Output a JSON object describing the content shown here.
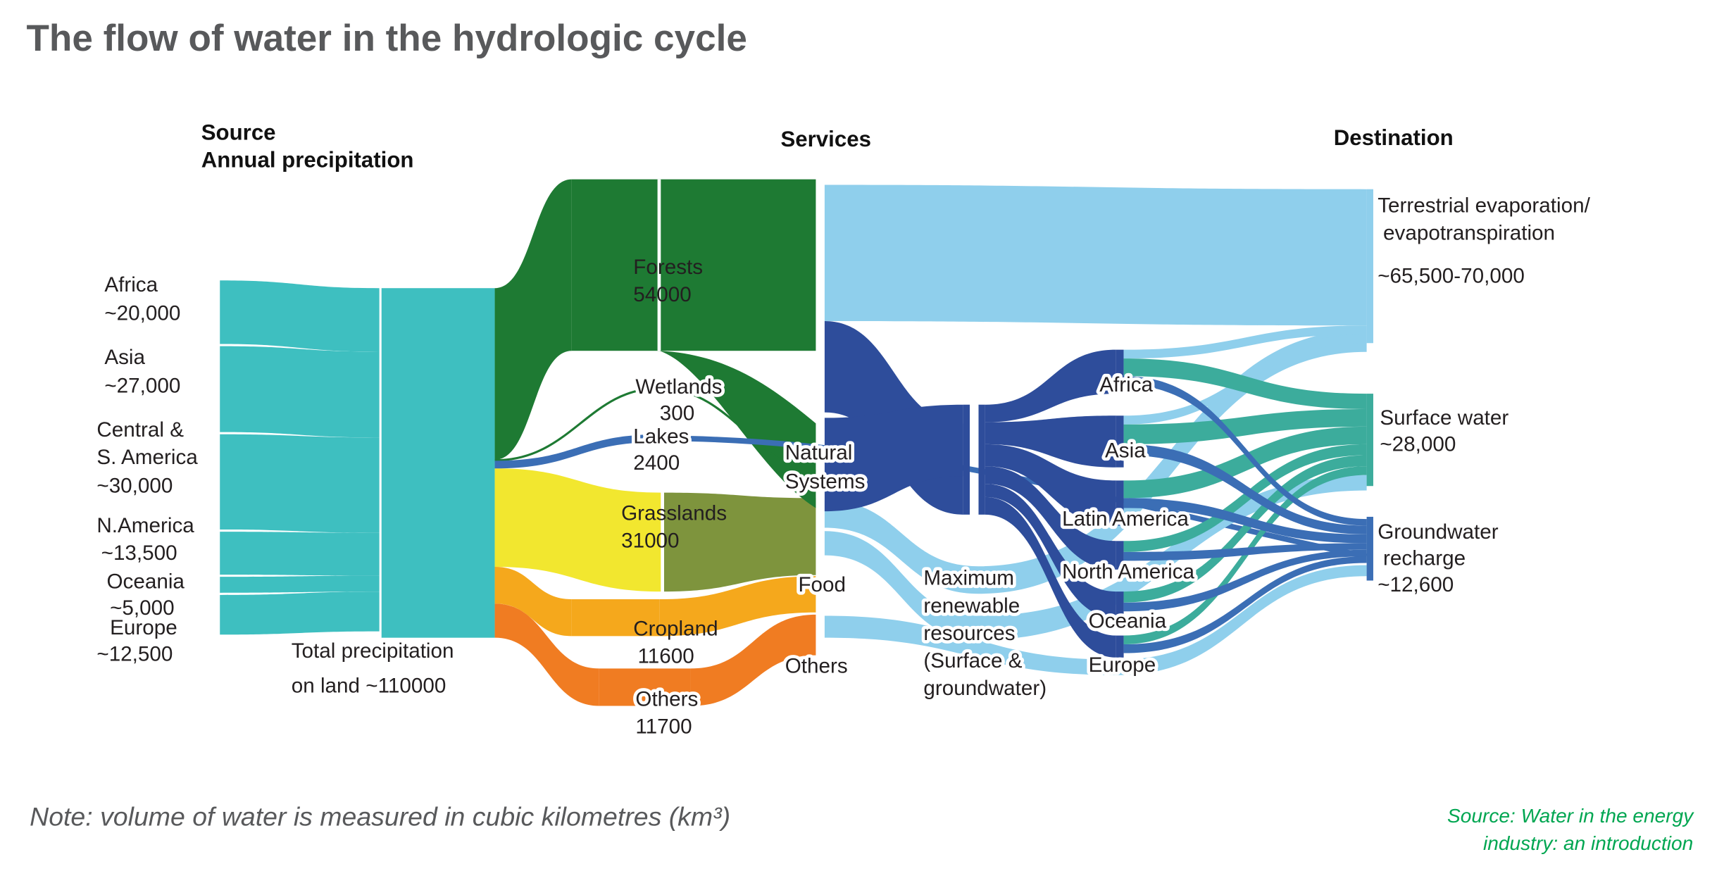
{
  "title": "The flow of water in the hydrologic cycle",
  "columns": {
    "source": [
      "Source",
      "Annual precipitation"
    ],
    "services": "Services",
    "destination": "Destination"
  },
  "labels": {
    "sources": [
      [
        "Africa",
        "~20,000"
      ],
      [
        "Asia",
        "~27,000"
      ],
      [
        "Central &",
        "S. America",
        "~30,000"
      ],
      [
        "N.America",
        "~13,500"
      ],
      [
        "Oceania",
        "~5,000"
      ],
      [
        "Europe",
        "~12,500"
      ]
    ],
    "total": [
      "Total precipitation",
      "on land ~110000"
    ],
    "landcover": [
      [
        "Forests",
        "54000"
      ],
      [
        "Wetlands",
        "300"
      ],
      [
        "Lakes",
        "2400"
      ],
      [
        "Grasslands",
        "31000"
      ],
      [
        "Cropland",
        "11600"
      ],
      [
        "Others",
        "11700"
      ]
    ],
    "services": [
      [
        "Natural",
        "Systems"
      ],
      [
        "Food"
      ],
      [
        "Others"
      ]
    ],
    "max_renewable": [
      "Maximum",
      "renewable",
      "resources",
      "(Surface &",
      "groundwater)"
    ],
    "continents": [
      "Africa",
      "Asia",
      "Latin America",
      "North America",
      "Oceania",
      "Europe"
    ],
    "destinations": {
      "evaporation": [
        "Terrestrial evaporation/",
        "evapotranspiration",
        "~65,500-70,000"
      ],
      "surface": [
        "Surface water",
        "~28,000"
      ],
      "groundwater": [
        "Groundwater",
        "recharge",
        "~12,600"
      ]
    },
    "note": "Note: volume of water is measured in cubic kilometres (km³)",
    "credit": [
      "Source: Water in the energy",
      "industry: an introduction"
    ]
  },
  "colors": {
    "teal": "#3ebfc0",
    "dark_green": "#1e7a33",
    "light_blue": "#8fcfec",
    "dark_blue": "#2e4d9b",
    "yellow": "#f2e72f",
    "olive": "#7e943d",
    "amber": "#f5a81c",
    "orange": "#f07c22",
    "teal_green": "#3cac9c",
    "medium_blue": "#3b6eb5",
    "title_gray": "#58595b",
    "credit_green": "#00a651"
  },
  "chart_data": {
    "type": "sankey",
    "title": "The flow of water in the hydrologic cycle",
    "unit": "cubic kilometres (km³)",
    "columns": [
      "Source — Annual precipitation",
      "Services",
      "Destination"
    ],
    "nodes": [
      {
        "name": "Africa (precipitation)",
        "value": 20000
      },
      {
        "name": "Asia (precipitation)",
        "value": 27000
      },
      {
        "name": "Central & S. America (precipitation)",
        "value": 30000
      },
      {
        "name": "N. America (precipitation)",
        "value": 13500
      },
      {
        "name": "Oceania (precipitation)",
        "value": 5000
      },
      {
        "name": "Europe (precipitation)",
        "value": 12500
      },
      {
        "name": "Total precipitation on land",
        "value": 110000
      },
      {
        "name": "Forests",
        "value": 54000
      },
      {
        "name": "Wetlands",
        "value": 300
      },
      {
        "name": "Lakes",
        "value": 2400
      },
      {
        "name": "Grasslands",
        "value": 31000
      },
      {
        "name": "Cropland",
        "value": 11600
      },
      {
        "name": "Others (land cover)",
        "value": 11700
      },
      {
        "name": "Natural Systems"
      },
      {
        "name": "Food"
      },
      {
        "name": "Others (services)"
      },
      {
        "name": "Maximum renewable resources (Surface & groundwater)"
      },
      {
        "name": "Africa"
      },
      {
        "name": "Asia"
      },
      {
        "name": "Latin America"
      },
      {
        "name": "North America"
      },
      {
        "name": "Oceania"
      },
      {
        "name": "Europe"
      },
      {
        "name": "Terrestrial evaporation/evapotranspiration",
        "value": "~65,500-70,000"
      },
      {
        "name": "Surface water",
        "value": "~28,000"
      },
      {
        "name": "Groundwater recharge",
        "value": "~12,600"
      }
    ],
    "links": [
      {
        "source": "Africa (precipitation)",
        "target": "Total precipitation on land",
        "value": 20000
      },
      {
        "source": "Asia (precipitation)",
        "target": "Total precipitation on land",
        "value": 27000
      },
      {
        "source": "Central & S. America (precipitation)",
        "target": "Total precipitation on land",
        "value": 30000
      },
      {
        "source": "N. America (precipitation)",
        "target": "Total precipitation on land",
        "value": 13500
      },
      {
        "source": "Oceania (precipitation)",
        "target": "Total precipitation on land",
        "value": 5000
      },
      {
        "source": "Europe (precipitation)",
        "target": "Total precipitation on land",
        "value": 12500
      },
      {
        "source": "Total precipitation on land",
        "target": "Forests",
        "value": 54000
      },
      {
        "source": "Total precipitation on land",
        "target": "Wetlands",
        "value": 300
      },
      {
        "source": "Total precipitation on land",
        "target": "Lakes",
        "value": 2400
      },
      {
        "source": "Total precipitation on land",
        "target": "Grasslands",
        "value": 31000
      },
      {
        "source": "Total precipitation on land",
        "target": "Cropland",
        "value": 11600
      },
      {
        "source": "Total precipitation on land",
        "target": "Others (land cover)",
        "value": 11700
      },
      {
        "source": "Forests",
        "target": "Natural Systems"
      },
      {
        "source": "Wetlands",
        "target": "Natural Systems"
      },
      {
        "source": "Lakes",
        "target": "Natural Systems"
      },
      {
        "source": "Grasslands",
        "target": "Food"
      },
      {
        "source": "Cropland",
        "target": "Food"
      },
      {
        "source": "Others (land cover)",
        "target": "Others (services)"
      },
      {
        "source": "Natural Systems",
        "target": "Terrestrial evaporation/evapotranspiration"
      },
      {
        "source": "Natural Systems",
        "target": "Maximum renewable resources (Surface & groundwater)"
      },
      {
        "source": "Maximum renewable resources (Surface & groundwater)",
        "target": "Africa"
      },
      {
        "source": "Maximum renewable resources (Surface & groundwater)",
        "target": "Asia"
      },
      {
        "source": "Maximum renewable resources (Surface & groundwater)",
        "target": "Latin America"
      },
      {
        "source": "Maximum renewable resources (Surface & groundwater)",
        "target": "North America"
      },
      {
        "source": "Maximum renewable resources (Surface & groundwater)",
        "target": "Oceania"
      },
      {
        "source": "Maximum renewable resources (Surface & groundwater)",
        "target": "Europe"
      },
      {
        "source": "Africa",
        "target": "Terrestrial evaporation/evapotranspiration"
      },
      {
        "source": "Asia",
        "target": "Terrestrial evaporation/evapotranspiration"
      },
      {
        "source": "Africa",
        "target": "Surface water"
      },
      {
        "source": "Asia",
        "target": "Surface water"
      },
      {
        "source": "Latin America",
        "target": "Surface water"
      },
      {
        "source": "North America",
        "target": "Surface water"
      },
      {
        "source": "Oceania",
        "target": "Surface water"
      },
      {
        "source": "Europe",
        "target": "Surface water"
      },
      {
        "source": "Africa",
        "target": "Groundwater recharge"
      },
      {
        "source": "Asia",
        "target": "Groundwater recharge"
      },
      {
        "source": "Latin America",
        "target": "Groundwater recharge"
      },
      {
        "source": "North America",
        "target": "Groundwater recharge"
      },
      {
        "source": "Oceania",
        "target": "Groundwater recharge"
      },
      {
        "source": "Europe",
        "target": "Groundwater recharge"
      },
      {
        "source": "Lakes",
        "target": "Groundwater recharge"
      }
    ]
  }
}
